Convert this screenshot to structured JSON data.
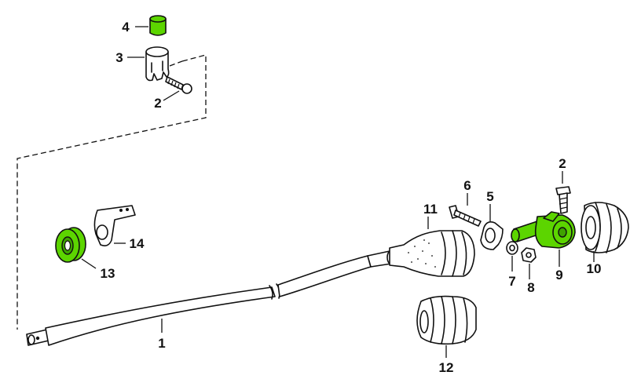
{
  "diagram": {
    "highlight_color": "#5cd500",
    "parts": [
      {
        "id": "1",
        "label": "1",
        "highlighted": false
      },
      {
        "id": "2a",
        "label": "2",
        "highlighted": false
      },
      {
        "id": "2b",
        "label": "2",
        "highlighted": false
      },
      {
        "id": "3",
        "label": "3",
        "highlighted": false
      },
      {
        "id": "4",
        "label": "4",
        "highlighted": true
      },
      {
        "id": "5",
        "label": "5",
        "highlighted": false
      },
      {
        "id": "6",
        "label": "6",
        "highlighted": false
      },
      {
        "id": "7",
        "label": "7",
        "highlighted": false
      },
      {
        "id": "8",
        "label": "8",
        "highlighted": false
      },
      {
        "id": "9",
        "label": "9",
        "highlighted": true
      },
      {
        "id": "10",
        "label": "10",
        "highlighted": false
      },
      {
        "id": "11",
        "label": "11",
        "highlighted": false
      },
      {
        "id": "12",
        "label": "12",
        "highlighted": false
      },
      {
        "id": "13",
        "label": "13",
        "highlighted": true
      },
      {
        "id": "14",
        "label": "14",
        "highlighted": false
      }
    ]
  }
}
